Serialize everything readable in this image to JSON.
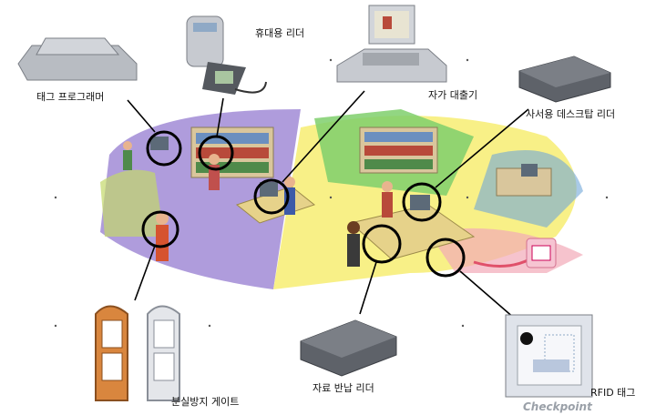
{
  "labels": {
    "tag_programmer": "태그 프로그래머",
    "handheld_reader": "휴대용 리더",
    "self_checkout": "자가 대출기",
    "staff_desk_reader": "사서용 데스크탑 리더",
    "security_gate": "분실방지 게이트",
    "return_reader": "자료 반납 리더",
    "rfid_tag": "RFID 태그",
    "brand": "Checkpoint"
  },
  "colors": {
    "zone_purple": "#a18bd6",
    "zone_yellow": "#f7ee7a",
    "zone_green": "#7fcf6c",
    "zone_blue": "#6fa6d8",
    "zone_pink": "#f2a9b8",
    "device_grey": "#7b7f86",
    "device_dark": "#55595f",
    "circle": "#000000"
  },
  "icons": [
    "tag-programmer-icon",
    "handheld-reader-icon",
    "self-checkout-kiosk-icon",
    "desktop-reader-icon",
    "security-gate-icon",
    "return-reader-icon",
    "rfid-tag-icon",
    "bookshelf-icon",
    "person-icon"
  ]
}
